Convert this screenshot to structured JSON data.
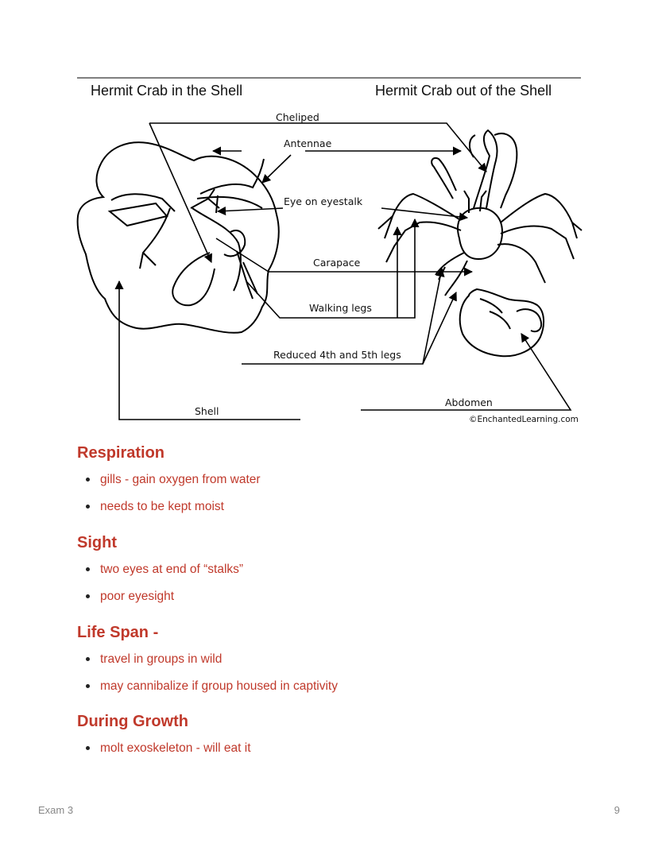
{
  "diagram": {
    "title_left": "Hermit Crab in the Shell",
    "title_right": "Hermit Crab out of the Shell",
    "labels": {
      "cheliped": "Cheliped",
      "antennae": "Antennae",
      "eye": "Eye on eyestalk",
      "carapace": "Carapace",
      "walking_legs": "Walking legs",
      "reduced_legs": "Reduced 4th and 5th legs",
      "shell": "Shell",
      "abdomen": "Abdomen"
    },
    "credit": "©EnchantedLearning.com"
  },
  "sections": [
    {
      "heading": "Respiration",
      "items": [
        "gills - gain oxygen from water",
        "needs to be kept moist"
      ]
    },
    {
      "heading": "Sight",
      "items": [
        "two eyes at end of “stalks”",
        "poor eyesight"
      ]
    },
    {
      "heading": "Life Span -",
      "items": [
        "travel in groups in wild",
        "may cannibalize if group housed in captivity"
      ]
    },
    {
      "heading": "During Growth",
      "items": [
        "molt exoskeleton - will eat it"
      ]
    }
  ],
  "footer": {
    "left": "Exam 3",
    "right": "9"
  }
}
